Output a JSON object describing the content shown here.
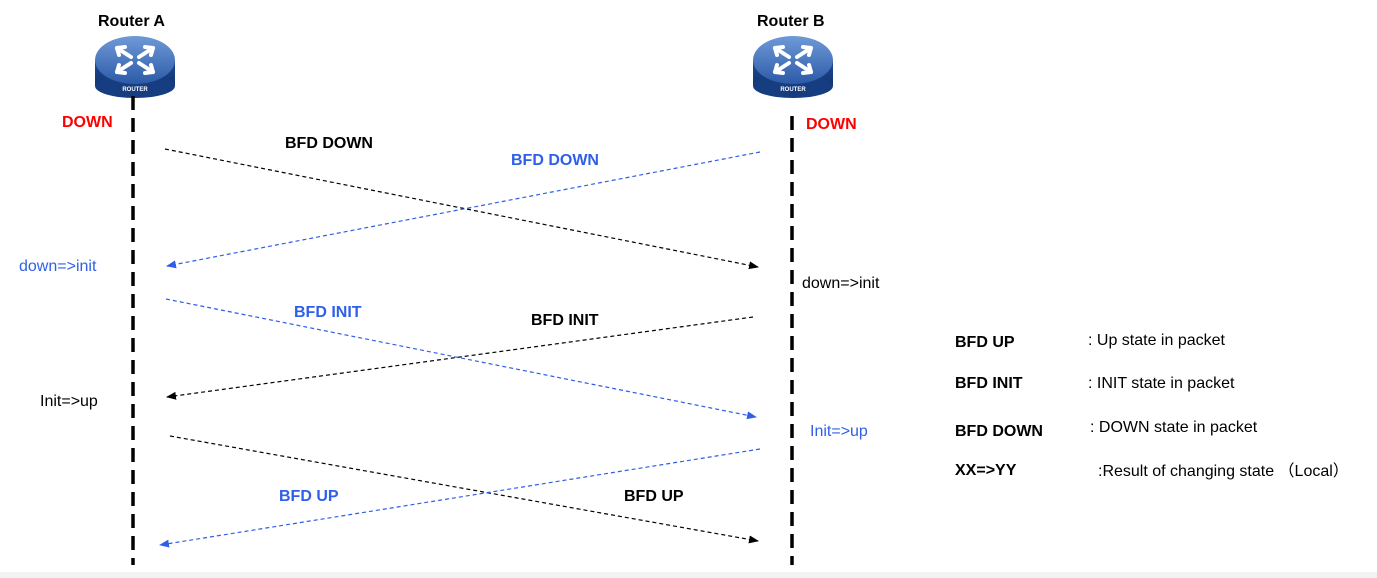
{
  "colors": {
    "black": "#000000",
    "blue": "#2f5fe8",
    "red": "#ff0000"
  },
  "routers": {
    "a": {
      "name": "Router A",
      "icon_label": "ROUTER",
      "initial_state": "DOWN"
    },
    "b": {
      "name": "Router B",
      "icon_label": "ROUTER",
      "initial_state": "DOWN"
    }
  },
  "messages": {
    "a_to_b_down": "BFD DOWN",
    "b_to_a_down": "BFD DOWN",
    "a_to_b_init": "BFD INIT",
    "b_to_a_init": "BFD INIT",
    "a_to_b_up": "BFD UP",
    "b_to_a_up": "BFD UP"
  },
  "transitions": {
    "a_down_init": "down=>init",
    "b_down_init": "down=>init",
    "a_init_up": "Init=>up",
    "b_init_up": "Init=>up"
  },
  "legend": [
    {
      "key": "BFD UP",
      "desc": ": Up state in packet"
    },
    {
      "key": "BFD INIT",
      "desc": ": INIT state in packet"
    },
    {
      "key": "BFD DOWN",
      "desc": ": DOWN state in packet"
    },
    {
      "key": "XX=>YY",
      "desc": ":Result of changing state （Local）"
    }
  ]
}
